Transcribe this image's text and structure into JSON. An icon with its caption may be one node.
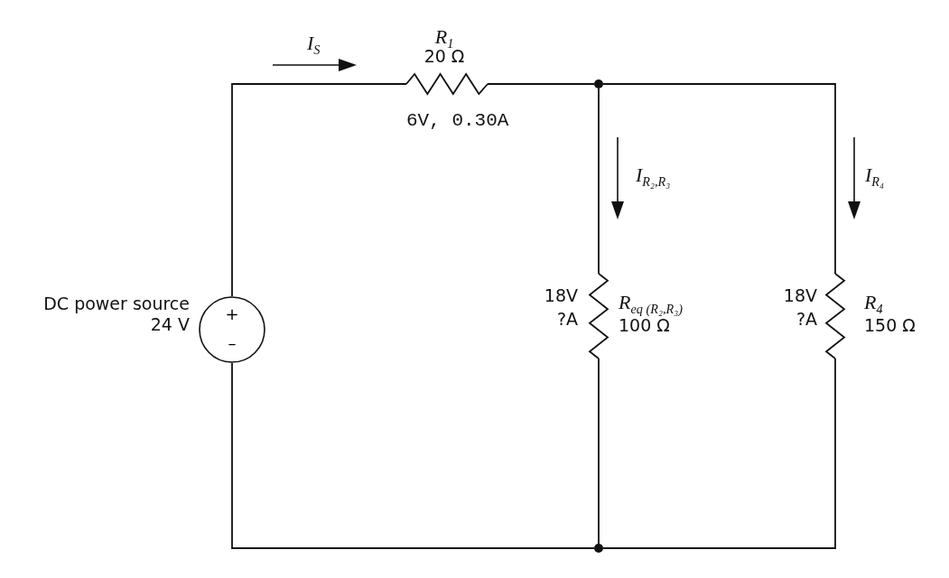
{
  "diagram": {
    "nodes": [
      {
        "text": [
          "+",
          "–"
        ],
        "beside": [
          "DC power source 24 V"
        ]
      },
      {
        "text": [],
        "shape": "resistor",
        "beside": [
          "R$_{1}$",
          "20 Ω",
          "6V, 0.30A"
        ]
      },
      {
        "text": [],
        "shape": "circle"
      },
      {
        "text": [],
        "shape": "resistor",
        "beside": [
          "18V",
          "?A",
          "R$_{eq (R₂,R₃)}$",
          "100 Ω"
        ]
      },
      {
        "text": [],
        "shape": "resistor",
        "beside": [
          "18V",
          "?A",
          "R$_{4}$",
          "150 Ω"
        ]
      },
      {
        "text": [],
        "shape": "circle"
      }
    ],
    "edges": [
      {
        "from": 0,
        "to": 1,
        "arrow": "none"
      },
      {
        "from": 1,
        "to": 2,
        "arrow": "none"
      },
      {
        "from": 2,
        "to": 4,
        "arrow": "none"
      },
      {
        "from": 2,
        "to": 3,
        "arrow": "none"
      },
      {
        "from": 3,
        "to": 5,
        "arrow": "none"
      },
      {
        "from": 4,
        "to": 5,
        "arrow": "none"
      },
      {
        "from": 5,
        "to": 0,
        "arrow": "none"
      }
    ],
    "labels": [
      "I$_{S}$",
      "I$_{R₂,R₃}$",
      "I$_{R₄}$"
    ]
  }
}
